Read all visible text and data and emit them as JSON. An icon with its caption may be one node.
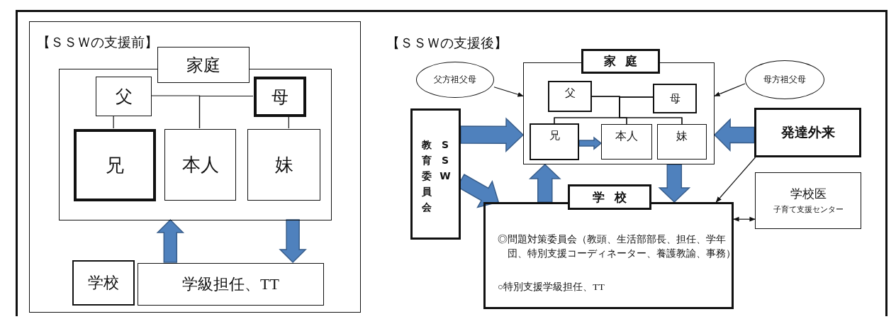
{
  "diagram": {
    "nodes": [
      {
        "text": [
          "【ＳＳＷの支援前】"
        ]
      },
      {
        "text": [
          "家庭"
        ],
        "in": 0
      },
      {
        "text": [
          "父"
        ],
        "in": 1
      },
      {
        "text": [
          "母"
        ],
        "in": 1
      },
      {
        "text": [
          "兄"
        ],
        "in": 1
      },
      {
        "text": [
          "本人"
        ],
        "in": 1
      },
      {
        "text": [
          "妹"
        ],
        "in": 1
      },
      {
        "text": [
          "学校"
        ],
        "in": 0
      },
      {
        "text": [
          "学級担任、TT"
        ],
        "in": 0
      },
      {
        "text": [
          "父方祖父母"
        ]
      },
      {
        "text": [
          "家庭"
        ]
      },
      {
        "text": [
          "父"
        ],
        "in": 10
      },
      {
        "text": [
          "母"
        ],
        "in": 10
      },
      {
        "text": [
          "兄"
        ],
        "in": 10
      },
      {
        "text": [
          "本人"
        ],
        "in": 10
      },
      {
        "text": [
          "妹"
        ],
        "in": 10
      },
      {
        "text": [
          "母方祖父母"
        ]
      },
      {
        "text": [
          "教育委員会",
          "SSW"
        ]
      },
      {
        "text": [
          "発達外来"
        ]
      },
      {
        "text": [
          "学校",
          "◎問題対策委員会（教頭、生活部部長、担任、学年団、特別支援コーディネーター、養護教諭、事務）",
          "○特別支援学級担任、TT"
        ]
      },
      {
        "text": [
          "学校医",
          "子育て支援センター"
        ]
      }
    ],
    "edges": [
      {
        "from": 2,
        "to": 5,
        "arrow": "none"
      },
      {
        "from": 3,
        "to": 5,
        "arrow": "none"
      },
      {
        "from": 2,
        "to": 4,
        "arrow": "none"
      },
      {
        "from": 3,
        "to": 6,
        "arrow": "none"
      },
      {
        "from": 8,
        "to": 1,
        "arrow": "to",
        "style": "thick",
        "color": "#4f81bd"
      },
      {
        "from": 1,
        "to": 8,
        "arrow": "to",
        "style": "thick",
        "color": "#4f81bd"
      },
      {
        "from": 11,
        "to": 13,
        "arrow": "none"
      },
      {
        "from": 11,
        "to": 14,
        "arrow": "none"
      },
      {
        "from": 11,
        "to": 15,
        "arrow": "none"
      },
      {
        "from": 12,
        "to": 13,
        "arrow": "none"
      },
      {
        "from": 12,
        "to": 14,
        "arrow": "none"
      },
      {
        "from": 12,
        "to": 15,
        "arrow": "none"
      },
      {
        "from": 13,
        "to": 14,
        "arrow": "to",
        "style": "thick",
        "color": "#4f81bd"
      },
      {
        "from": 9,
        "to": 10,
        "arrow": "to"
      },
      {
        "from": 16,
        "to": 10,
        "arrow": "to"
      },
      {
        "from": 17,
        "to": 10,
        "arrow": "to",
        "style": "thick",
        "color": "#4f81bd"
      },
      {
        "from": 17,
        "to": 19,
        "arrow": "to",
        "style": "thick",
        "color": "#4f81bd"
      },
      {
        "from": 18,
        "to": 10,
        "arrow": "to",
        "style": "thick",
        "color": "#4f81bd"
      },
      {
        "from": 18,
        "to": 19,
        "arrow": "to"
      },
      {
        "from": 19,
        "to": 10,
        "arrow": "to",
        "style": "thick",
        "color": "#4f81bd"
      },
      {
        "from": 10,
        "to": 19,
        "arrow": "to",
        "style": "thick",
        "color": "#4f81bd"
      },
      {
        "from": 19,
        "to": 20,
        "arrow": "both"
      }
    ],
    "labels": [
      "【ＳＳＷの支援後】"
    ]
  }
}
